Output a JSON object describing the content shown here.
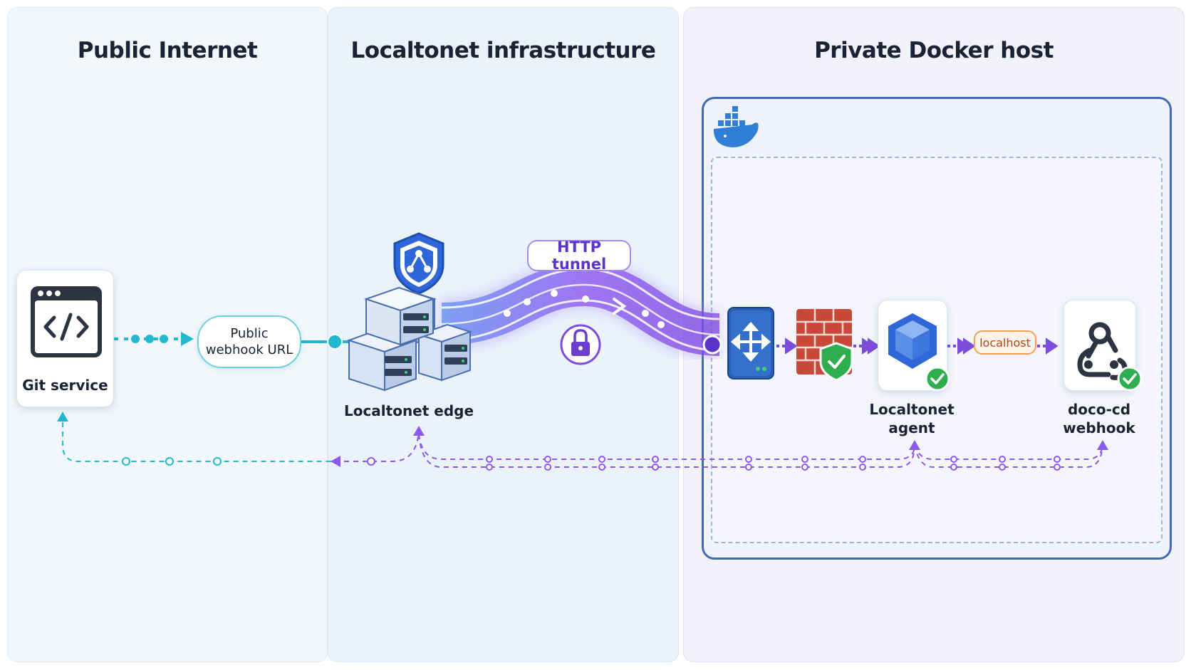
{
  "zones": {
    "public": {
      "title": "Public Internet"
    },
    "infra": {
      "title": "Localtonet infrastructure"
    },
    "private": {
      "title": "Private Docker host"
    }
  },
  "nodes": {
    "git": {
      "label": "Git service"
    },
    "webhook_url": {
      "line1": "Public",
      "line2": "webhook URL"
    },
    "edge": {
      "label": "Localtonet edge"
    },
    "tunnel": {
      "label": "HTTP tunnel"
    },
    "agent": {
      "line1": "Localtonet",
      "line2": "agent"
    },
    "localhost": {
      "label": "localhost"
    },
    "doco": {
      "line1": "doco-cd",
      "line2": "webhook"
    }
  },
  "icons": [
    "code-window-icon",
    "shield-network-icon",
    "server-stack-icon",
    "lock-icon",
    "router-icon",
    "firewall-icon",
    "cube-icon",
    "check-icon",
    "webhook-icon",
    "docker-icon"
  ],
  "colors": {
    "cyan": "#22b8cf",
    "purple": "#7c4ddb",
    "blue": "#3f6bb4",
    "orange": "#f0a05a",
    "green": "#2eae4e"
  }
}
